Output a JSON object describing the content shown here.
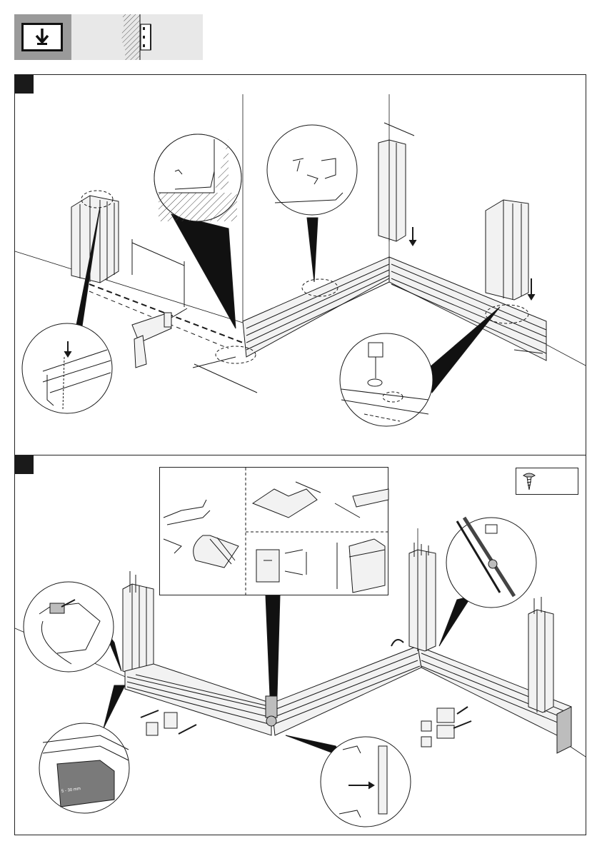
{
  "header": {
    "icon": "down-arrow-icon",
    "wall_icon": "wall-mounted-trunking-icon"
  },
  "steps": [
    {
      "marker_icon": "step-marker-1"
    },
    {
      "marker_icon": "step-marker-2"
    }
  ],
  "annotations": {
    "measurement_label": "5 - 30 mm"
  },
  "colors": {
    "line": "#1a1a1a",
    "header_gray": "#9a9a9a",
    "header_light": "#e8e8e8",
    "fill_light": "#f2f2f2",
    "fill_mid": "#bdbdbd"
  }
}
